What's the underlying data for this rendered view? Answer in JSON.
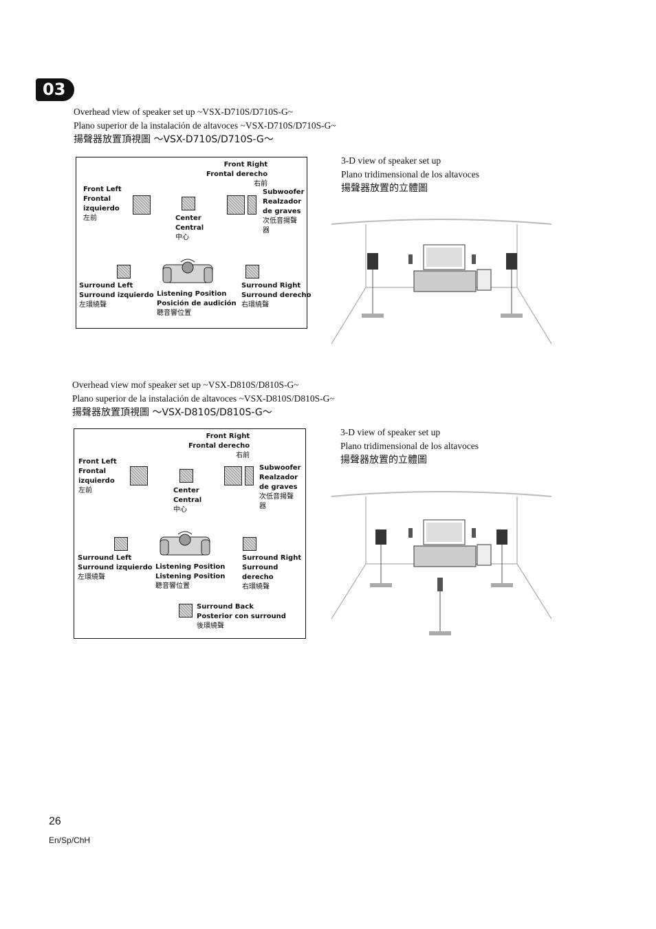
{
  "chapter": "03",
  "section1": {
    "title_en": "Overhead view of speaker set up ~VSX-D710S/D710S-G~",
    "title_es": "Plano superior de la instalación de altavoces ~VSX-D710S/D710S-G~",
    "title_zh": "揚聲器放置頂視圖 ～VSX-D710S/D710S-G～",
    "view3d_en": "3-D view of speaker set up",
    "view3d_es": "Plano tridimensional de los altavoces",
    "view3d_zh": "揚聲器放置的立體圖",
    "labels": {
      "front_right": [
        "Front Right",
        "Frontal derecho",
        "右前"
      ],
      "front_left": [
        "Front Left",
        "Frontal",
        "izquierdo",
        "左前"
      ],
      "subwoofer": [
        "Subwoofer",
        "Realzador",
        "de graves",
        "次低音揚聲",
        "器"
      ],
      "center": [
        "Center",
        "Central",
        "中心"
      ],
      "surround_left": [
        "Surround Left",
        "Surround izquierdo",
        "左環繞聲"
      ],
      "listening": [
        "Listening Position",
        "Posición de audición",
        "聽音響位置"
      ],
      "surround_right": [
        "Surround Right",
        "Surround derecho",
        "右環繞聲"
      ]
    }
  },
  "section2": {
    "title_en": "Overhead view mof speaker set up ~VSX-D810S/D810S-G~",
    "title_es": "Plano superior de la instalación de altavoces ~VSX-D810S/D810S-G~",
    "title_zh": "揚聲器放置頂視圖 ～VSX-D810S/D810S-G～",
    "view3d_en": "3-D view of speaker set up",
    "view3d_es": "Plano tridimensional de los altavoces",
    "view3d_zh": "揚聲器放置的立體圖",
    "labels": {
      "front_right": [
        "Front Right",
        "Frontal derecho",
        "右前"
      ],
      "front_left": [
        "Front Left",
        "Frontal",
        "izquierdo",
        "左前"
      ],
      "subwoofer": [
        "Subwoofer",
        "Realzador",
        "de graves",
        "次低音揚聲",
        "器"
      ],
      "center": [
        "Center",
        "Central",
        "中心"
      ],
      "surround_left": [
        "Surround Left",
        "Surround izquierdo",
        "左環繞聲"
      ],
      "listening": [
        "Listening Position",
        "Listening Position",
        "聽音響位置"
      ],
      "surround_right": [
        "Surround Right",
        "Surround",
        "derecho",
        "右環繞聲"
      ],
      "surround_back": [
        "Surround Back",
        "Posterior con surround",
        "後環繞聲"
      ]
    }
  },
  "footer": {
    "page_number": "26",
    "languages": "En/Sp/ChH"
  }
}
